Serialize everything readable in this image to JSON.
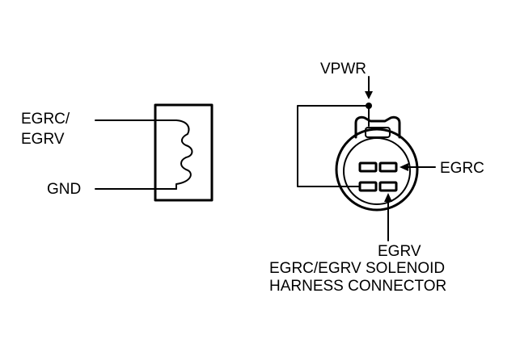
{
  "diagram": {
    "labels": {
      "egrc_egrv_line1": "EGRC/",
      "egrc_egrv_line2": "EGRV",
      "gnd": "GND",
      "vpwr": "VPWR",
      "egrc": "EGRC",
      "egrv": "EGRV",
      "caption_line1": "EGRC/EGRV SOLENOID",
      "caption_line2": "HARNESS CONNECTOR"
    }
  }
}
